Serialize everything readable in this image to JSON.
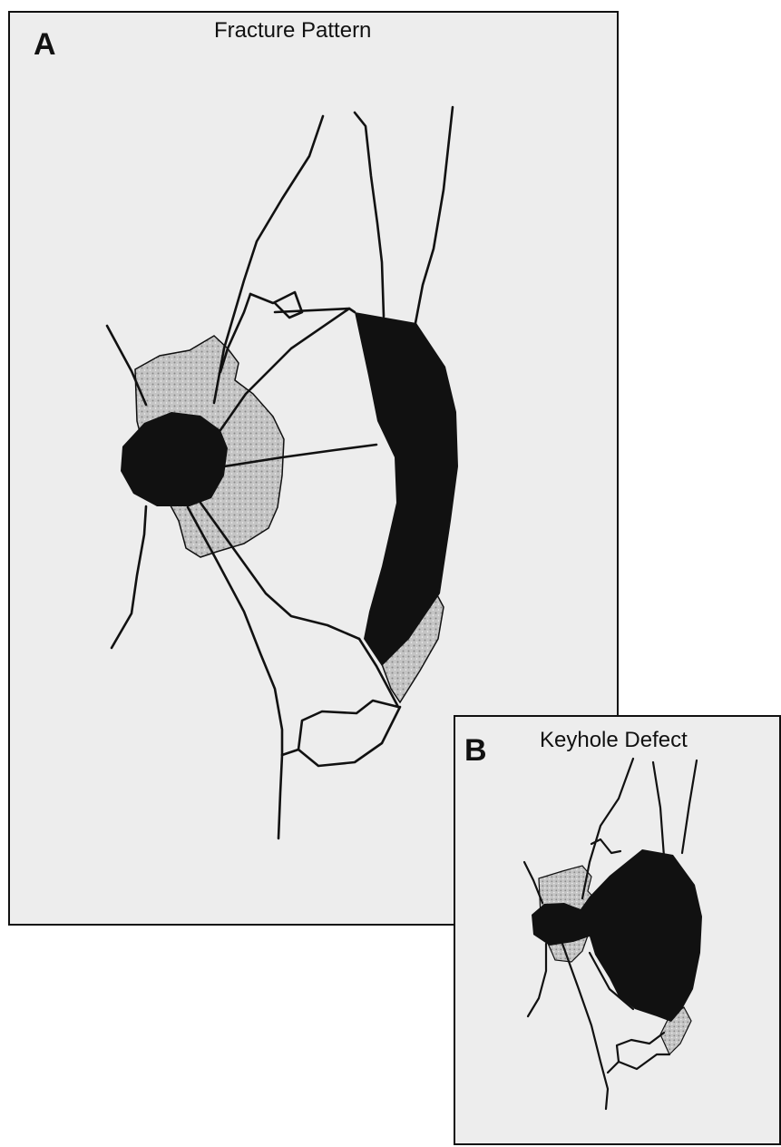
{
  "panel_a": {
    "letter": "A",
    "title": "Fracture Pattern"
  },
  "panel_b": {
    "letter": "B",
    "title": "Keyhole Defect"
  },
  "colors": {
    "panel_bg": "#ededed",
    "stipple": "#bdbdbd",
    "defect_fill": "#111111",
    "stroke": "#111111"
  }
}
